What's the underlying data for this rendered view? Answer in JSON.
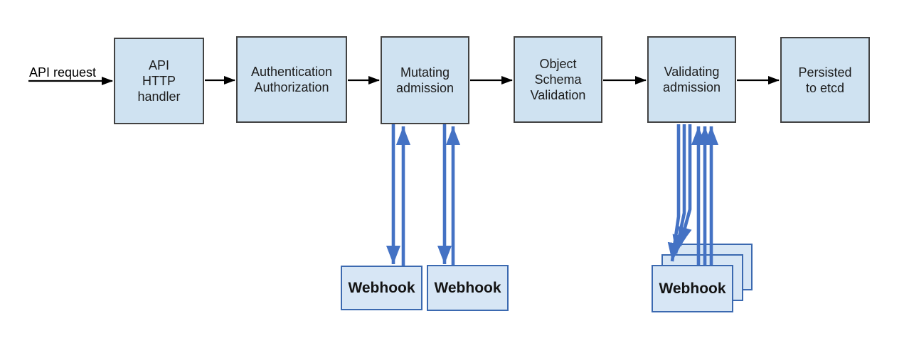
{
  "diagram": {
    "flow_label": "API request",
    "nodes": [
      {
        "id": "api-http-handler",
        "label": "API\nHTTP\nhandler"
      },
      {
        "id": "authentication-authorization",
        "label": "Authentication\nAuthorization"
      },
      {
        "id": "mutating-admission",
        "label": "Mutating\nadmission"
      },
      {
        "id": "object-schema-validation",
        "label": "Object\nSchema\nValidation"
      },
      {
        "id": "validating-admission",
        "label": "Validating\nadmission"
      },
      {
        "id": "persisted-to-etcd",
        "label": "Persisted\nto etcd"
      }
    ],
    "webhooks": {
      "mutating": [
        "Webhook",
        "Webhook"
      ],
      "validating_front": "Webhook"
    },
    "colors": {
      "flow_box_fill": "#cfe2f1",
      "flow_box_border": "#424242",
      "webhook_fill": "#d7e6f5",
      "webhook_border": "#3b69b0",
      "blue_arrow": "#4472c4",
      "black_arrow": "#000000",
      "text": "#1c1c1c"
    }
  }
}
